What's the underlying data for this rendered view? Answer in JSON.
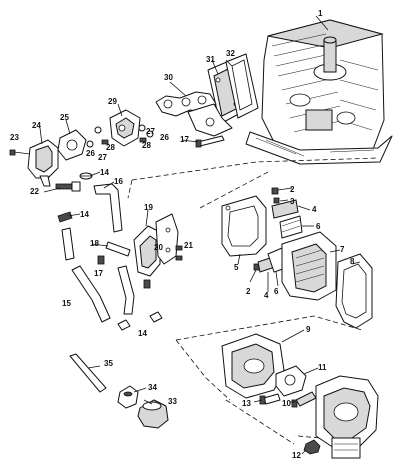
{
  "callouts": [
    {
      "id": "1",
      "label": "1"
    },
    {
      "id": "2a",
      "label": "2"
    },
    {
      "id": "2b",
      "label": "2"
    },
    {
      "id": "3",
      "label": "3"
    },
    {
      "id": "4a",
      "label": "4"
    },
    {
      "id": "4b",
      "label": "4"
    },
    {
      "id": "5",
      "label": "5"
    },
    {
      "id": "6a",
      "label": "6"
    },
    {
      "id": "6b",
      "label": "6"
    },
    {
      "id": "7",
      "label": "7"
    },
    {
      "id": "8",
      "label": "8"
    },
    {
      "id": "9",
      "label": "9"
    },
    {
      "id": "10",
      "label": "10"
    },
    {
      "id": "11",
      "label": "11"
    },
    {
      "id": "12",
      "label": "12"
    },
    {
      "id": "13",
      "label": "13"
    },
    {
      "id": "14a",
      "label": "14"
    },
    {
      "id": "14b",
      "label": "14"
    },
    {
      "id": "14c",
      "label": "14"
    },
    {
      "id": "15",
      "label": "15"
    },
    {
      "id": "16",
      "label": "16"
    },
    {
      "id": "17a",
      "label": "17"
    },
    {
      "id": "17b",
      "label": "17"
    },
    {
      "id": "18",
      "label": "18"
    },
    {
      "id": "19",
      "label": "19"
    },
    {
      "id": "20",
      "label": "20"
    },
    {
      "id": "21",
      "label": "21"
    },
    {
      "id": "22",
      "label": "22"
    },
    {
      "id": "23",
      "label": "23"
    },
    {
      "id": "24",
      "label": "24"
    },
    {
      "id": "25",
      "label": "25"
    },
    {
      "id": "26a",
      "label": "26"
    },
    {
      "id": "26b",
      "label": "26"
    },
    {
      "id": "27a",
      "label": "27"
    },
    {
      "id": "27b",
      "label": "27"
    },
    {
      "id": "28a",
      "label": "28"
    },
    {
      "id": "28b",
      "label": "28"
    },
    {
      "id": "29",
      "label": "29"
    },
    {
      "id": "30",
      "label": "30"
    },
    {
      "id": "31",
      "label": "31"
    },
    {
      "id": "32",
      "label": "32"
    },
    {
      "id": "33",
      "label": "33"
    },
    {
      "id": "34",
      "label": "34"
    },
    {
      "id": "35",
      "label": "35"
    }
  ]
}
